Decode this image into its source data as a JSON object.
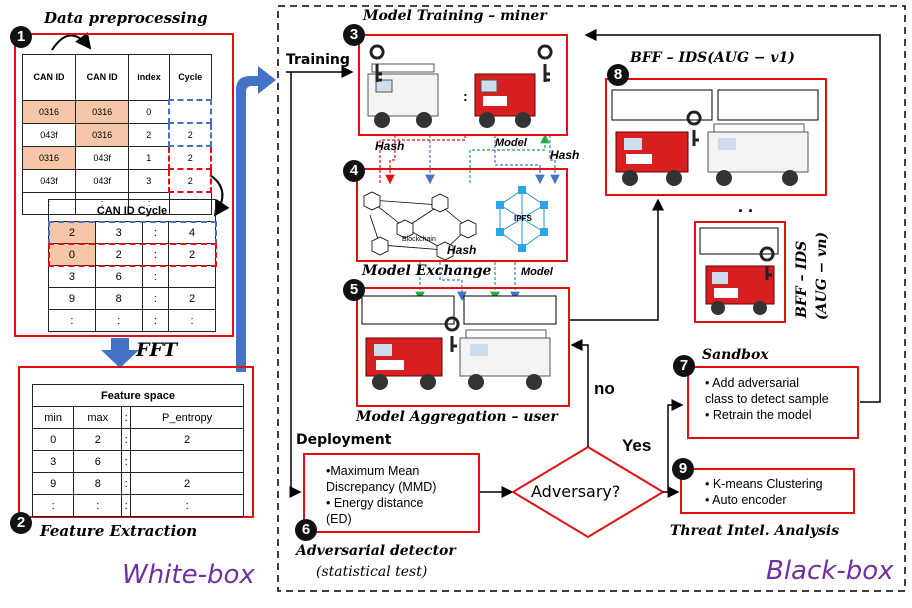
{
  "steps": {
    "s1": {
      "num": "1",
      "title": "Data preprocessing"
    },
    "s2": {
      "num": "2",
      "title": "Feature Extraction"
    },
    "s3": {
      "num": "3",
      "title": "Model Training – miner"
    },
    "s4": {
      "num": "4",
      "title": "Model Exchange"
    },
    "s5": {
      "num": "5",
      "title": "Model Aggregation – user"
    },
    "s6": {
      "num": "6",
      "title": "Adversarial detector",
      "subtitle": "(statistical test)"
    },
    "s7": {
      "num": "7",
      "title": "Sandbox"
    },
    "s8": {
      "num": "8",
      "title": "BFF – IDS(AUG − v1)"
    },
    "s9": {
      "num": "9",
      "title": "Threat Intel. Analysis"
    }
  },
  "table1": {
    "headers": [
      "CAN ID",
      "CAN ID",
      "index",
      "Cycle"
    ],
    "rows": [
      [
        "0316",
        "0316",
        "0",
        ""
      ],
      [
        "043f",
        "0316",
        "2",
        "2"
      ],
      [
        "0316",
        "043f",
        "1",
        "2"
      ],
      [
        "043f",
        "043f",
        "3",
        "2"
      ],
      [
        ":",
        ":",
        ":",
        ""
      ]
    ]
  },
  "table2": {
    "title": "CAN ID Cycle",
    "rows": [
      [
        "2",
        "3",
        ":",
        "4"
      ],
      [
        "0",
        "2",
        ":",
        "2"
      ],
      [
        "3",
        "6",
        ":",
        ""
      ],
      [
        "9",
        "8",
        ":",
        "2"
      ],
      [
        ":",
        ":",
        ":",
        ":"
      ]
    ]
  },
  "table3": {
    "title": "Feature space",
    "headers": [
      "min",
      "max",
      ":",
      "P_entropy"
    ],
    "rows": [
      [
        "0",
        "2",
        ":",
        "2"
      ],
      [
        "3",
        "6",
        ":",
        ""
      ],
      [
        "9",
        "8",
        ":",
        "2"
      ],
      [
        ":",
        ":",
        ":",
        ":"
      ]
    ]
  },
  "labels": {
    "fft": "FFT",
    "training": "Training",
    "deployment": "Deployment",
    "hash1": "Hash",
    "hash2": "Hash",
    "hash3": "Hash",
    "model1": "Model",
    "model2": "Model",
    "no": "no",
    "yes": "Yes",
    "adversary": "Adversary?",
    "whitebox": "White-box",
    "blackbox": "Black-box",
    "dots": ". .",
    "bffn": "BFF – IDS",
    "augn": "(AUG − vn)",
    "blockchain": "Blockchain",
    "ipfs": "IPFS",
    "colon": ":"
  },
  "detector": {
    "items": [
      "•Maximum Mean",
      "Discrepancy (MMD)",
      "• Energy distance",
      "(ED)"
    ]
  },
  "sandbox": {
    "items": [
      "• Add adversarial",
      "class to detect sample",
      "• Retrain the model"
    ]
  },
  "threat": {
    "items": [
      "• K-means Clustering",
      "• Auto encoder"
    ]
  },
  "colors": {
    "red": "#e01010",
    "blue": "#4472c4",
    "green": "#22aa44",
    "purple": "#7030a0",
    "peach": "#f6c6a8"
  }
}
